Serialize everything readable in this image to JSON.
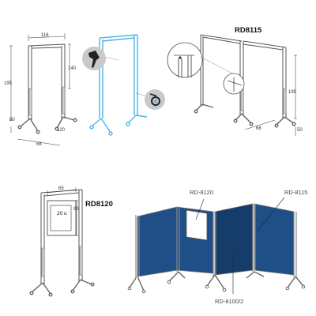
{
  "colors": {
    "frame": "#8a8a8a",
    "frame_dark": "#555555",
    "highlight": "#4fb3e6",
    "panel_blue": "#1f4f86",
    "panel_blue_dark": "#163d69",
    "callout_line": "#222222",
    "icon_bg": "#c9c9c9"
  },
  "icons": [
    "pushpin-icon",
    "caster-wheel-icon"
  ],
  "diagram1": {
    "dim_top": "116",
    "dim_right": "140",
    "dim_left": "195",
    "dim_foot_left": "50",
    "dim_foot_right": "120",
    "dim_foot_bottom": "68"
  },
  "diagram3": {
    "model": "RD8115",
    "dim_right": "195",
    "dim_foot_right": "50",
    "dim_foot_bottom": "68"
  },
  "diagram4": {
    "model": "RD8120",
    "dim_top": "65",
    "dim_right": "90",
    "window_label": "20 u"
  },
  "diagram5": {
    "callout_top_left": "RD-8120",
    "callout_top_right": "RD-8115",
    "callout_bottom": "RD-8100/2"
  }
}
